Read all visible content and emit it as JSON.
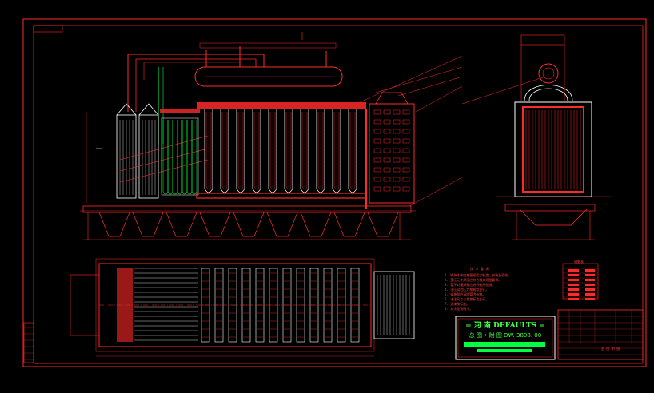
{
  "drawing": {
    "background": "#000000",
    "line_color": "#ff2a2a",
    "accent_green": "#00ff40",
    "accent_white": "#ffffff"
  },
  "notes_heading": "技 术 要 求",
  "notes_lines": [
    "1. 锅炉本体应按图纸要求制造、安装及验收。",
    "2. 受压元件焊接应符合相关规程要求。",
    "3. 管子对接焊缝应进行射线检测。",
    "4. 水压试验压力按规程执行。",
    "5. 安装前应清除管内杂物。",
    "6. 未注尺寸公差按标准执行。",
    "7. 油漆按标准。",
    "8. 其余见说明书。"
  ],
  "stamp": {
    "line1": "= 河 南  DEFAULTS =",
    "line2": "总 图 • 附 图    DW. 3808. 00"
  },
  "legend_heading": "明细表",
  "title_block": {
    "drawing_name": "总 图 附 图"
  }
}
